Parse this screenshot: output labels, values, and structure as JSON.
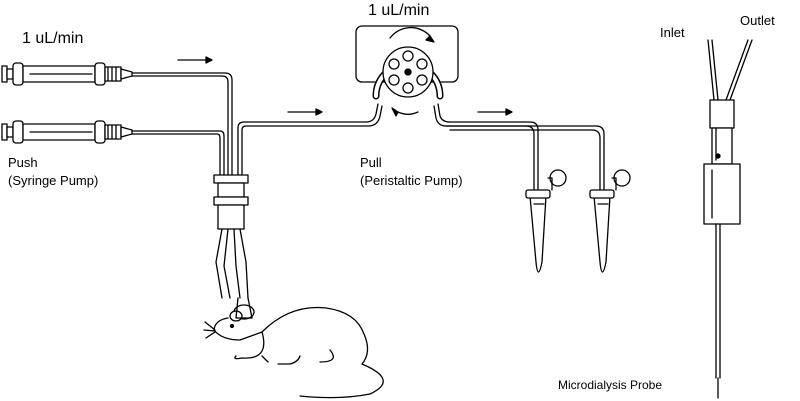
{
  "labels": {
    "push_rate": "1 uL/min",
    "pull_rate": "1 uL/min",
    "push_title": "Push",
    "push_sub": "(Syringe Pump)",
    "pull_title": "Pull",
    "pull_sub": "(Peristaltic Pump)",
    "inlet": "Inlet",
    "outlet": "Outlet",
    "probe": "Microdialysis Probe"
  },
  "icons": [
    "syringe-icon",
    "peristaltic-pump-icon",
    "swivel-connector-icon",
    "rat-icon",
    "collection-tube-icon",
    "microdialysis-probe-icon",
    "flow-arrow-icon"
  ],
  "colors": {
    "stroke": "#000000",
    "fill": "#ffffff",
    "shade": "#d9d9d9"
  }
}
